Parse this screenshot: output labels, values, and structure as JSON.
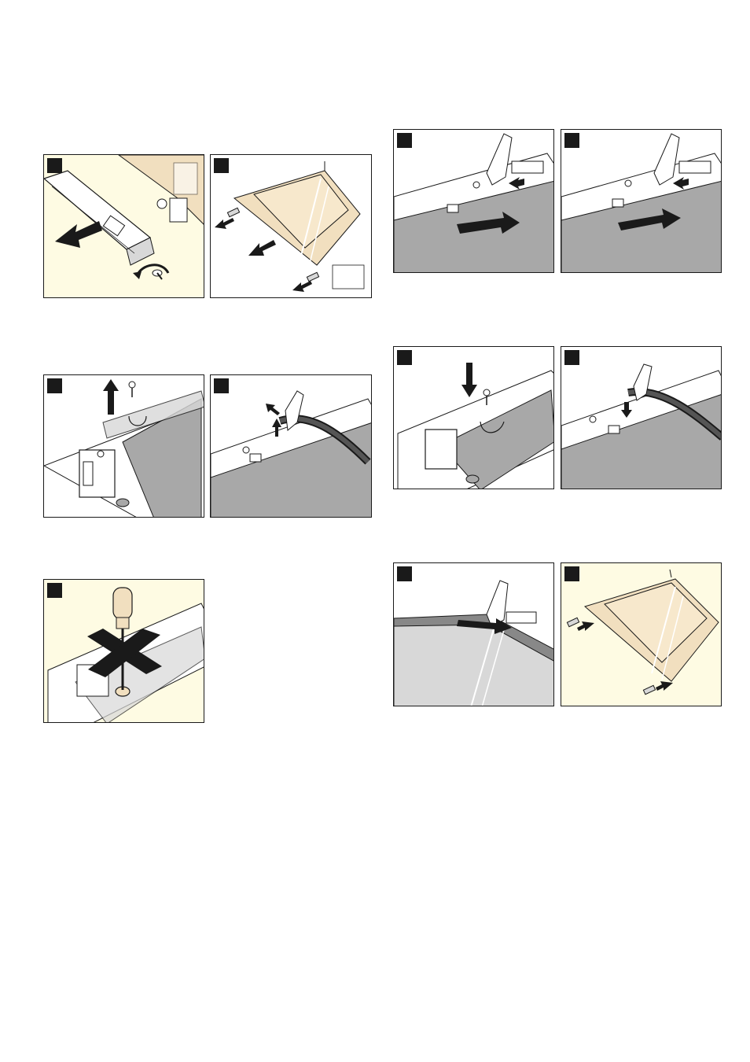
{
  "document": {
    "type": "assembly-instructions-illustration-page",
    "panel_count": 11
  },
  "colors": {
    "panel_cream": "#fefbe3",
    "panel_white": "#ffffff",
    "glass_tan": "#f1dfbf",
    "glass_grey": "#a8a8a8",
    "glass_light_grey": "#d8d8d8",
    "outline": "#1a1a1a",
    "step_marker": "#1a1a1a"
  },
  "panels": [
    {
      "id": "left-1a",
      "icons": [
        "door-rail-icon",
        "arrow-left-icon",
        "screw-icon",
        "rotate-arrow-icon"
      ]
    },
    {
      "id": "left-1b",
      "icons": [
        "door-glass-icon",
        "clip-icon",
        "arrow-down-left-icon"
      ]
    },
    {
      "id": "left-2a",
      "icons": [
        "hinge-bracket-icon",
        "arrow-up-icon",
        "screw-icon"
      ]
    },
    {
      "id": "left-2b",
      "icons": [
        "seal-strip-icon",
        "hinge-icon",
        "arrow-up-icon"
      ]
    },
    {
      "id": "left-3",
      "icons": [
        "screwdriver-icon",
        "prohibited-cross-icon",
        "hinge-bracket-icon"
      ]
    },
    {
      "id": "right-1a",
      "icons": [
        "hinge-icon",
        "glass-pane-icon",
        "arrow-right-icon"
      ]
    },
    {
      "id": "right-1b",
      "icons": [
        "hinge-icon",
        "glass-pane-icon",
        "arrow-right-icon"
      ]
    },
    {
      "id": "right-2a",
      "icons": [
        "hinge-bracket-icon",
        "arrow-down-icon",
        "screw-icon"
      ]
    },
    {
      "id": "right-2b",
      "icons": [
        "seal-strip-icon",
        "hinge-icon",
        "arrow-down-icon"
      ]
    },
    {
      "id": "right-3a",
      "icons": [
        "hinge-icon",
        "glass-pane-icon",
        "arrow-right-icon"
      ]
    },
    {
      "id": "right-3b",
      "icons": [
        "door-glass-icon",
        "clip-icon",
        "arrow-up-right-icon"
      ]
    }
  ]
}
